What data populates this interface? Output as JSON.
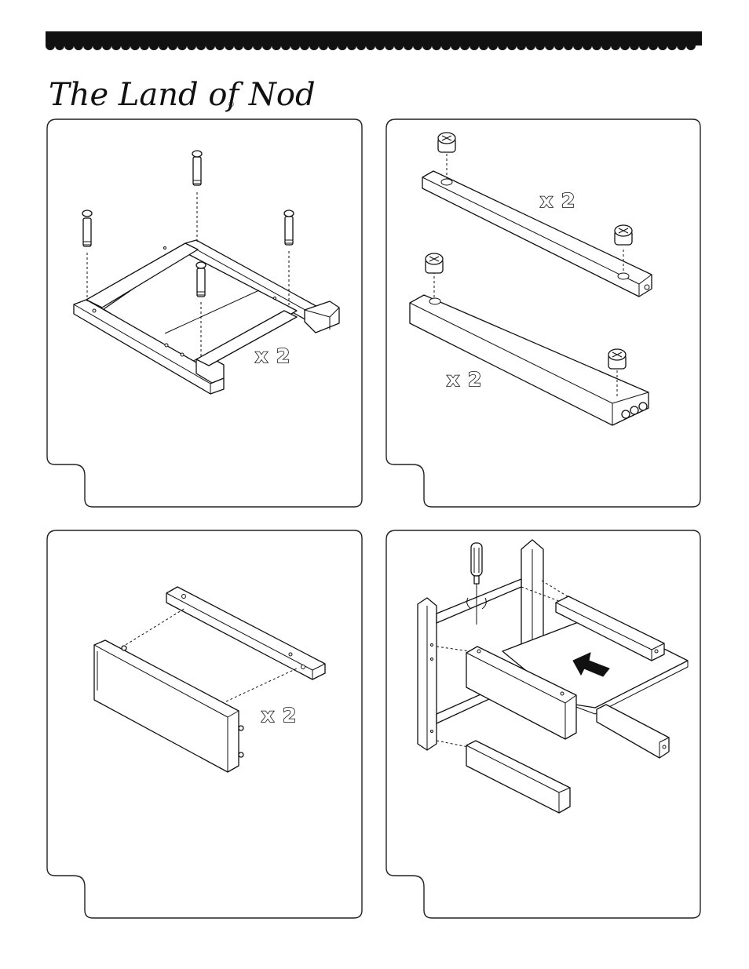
{
  "header": {
    "brand_name": "The Land of Nod",
    "registered_mark": "®"
  },
  "steps": [
    {
      "quantity_label": "x 2"
    },
    {
      "quantity_labels": [
        "x 2",
        "x 2"
      ]
    },
    {
      "quantity_label": "x 2"
    },
    {
      "quantity_label": ""
    }
  ],
  "icons": [
    "scalloped-banner",
    "cam-bolt-icon",
    "cam-lock-icon",
    "screwdriver-icon",
    "arrow-icon"
  ]
}
